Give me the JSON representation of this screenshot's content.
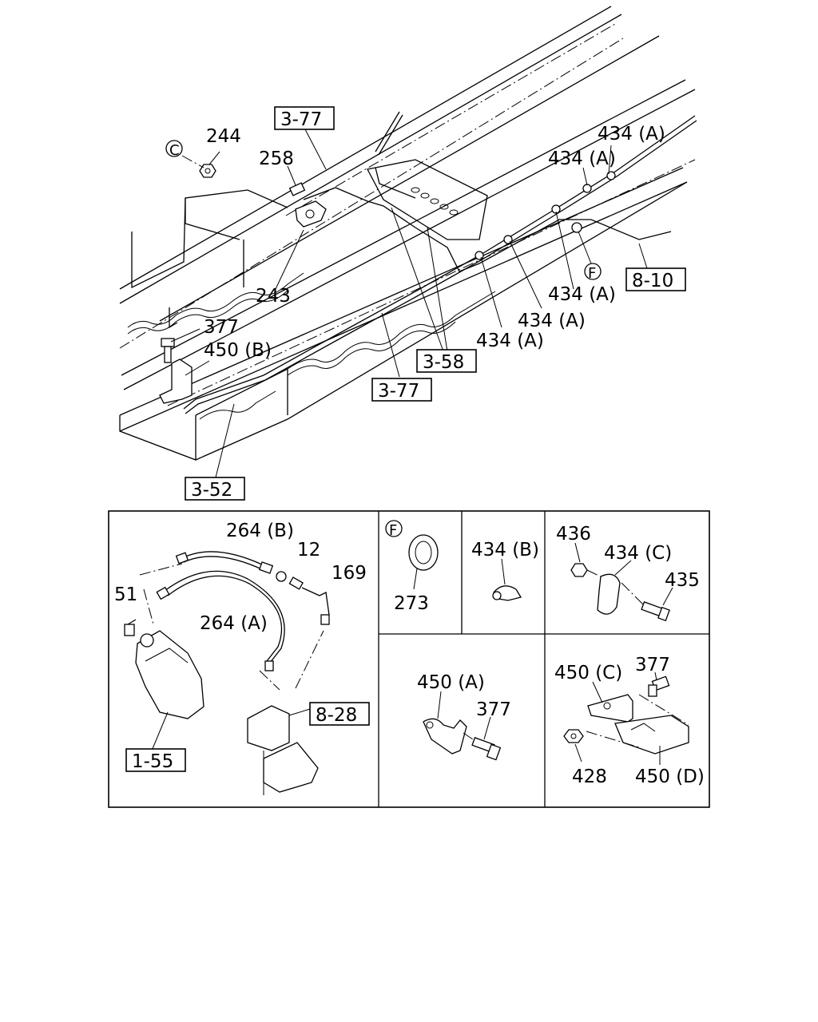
{
  "main_diagram": {
    "callouts": {
      "c244": "244",
      "c258": "258",
      "c243": "243",
      "c377": "377",
      "c450b": "450 (B)",
      "c434a_1": "434 (A)",
      "c434a_2": "434 (A)",
      "c434a_3": "434 (A)",
      "c434a_4": "434 (A)",
      "c434a_5": "434 (A)"
    },
    "circled_refs": {
      "c": "C",
      "f": "F"
    },
    "boxed_refs": {
      "r3_77_top": "3-77",
      "r3_77_bottom": "3-77",
      "r3_58": "3-58",
      "r3_52": "3-52",
      "r8_10": "8-10"
    }
  },
  "detail_panel": {
    "hoses": {
      "c264b": "264 (B)",
      "c12": "12",
      "c169": "169",
      "c51": "51",
      "c264a": "264 (A)",
      "r8_28": "8-28",
      "r1_55": "1-55"
    },
    "grommet": {
      "circle": "F",
      "c273": "273"
    },
    "clip_b": {
      "c434b": "434 (B)"
    },
    "clip_c": {
      "c436": "436",
      "c434c": "434 (C)",
      "c435": "435"
    },
    "bracket_a": {
      "c450a": "450 (A)",
      "c377": "377"
    },
    "bracket_cd": {
      "c450c": "450 (C)",
      "c377": "377",
      "c428": "428",
      "c450d": "450 (D)"
    }
  }
}
